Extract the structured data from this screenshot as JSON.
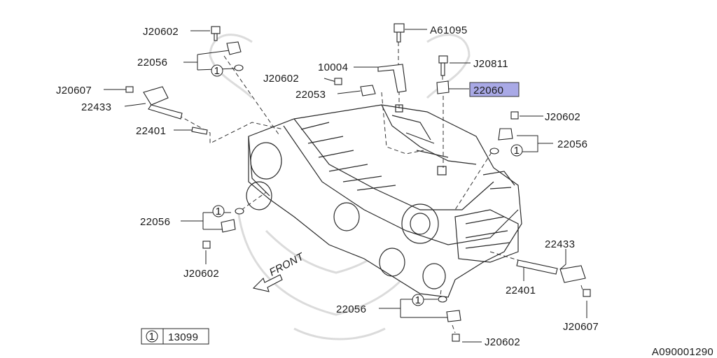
{
  "diagram_id": "A090001290",
  "legend": {
    "ref_number": "1",
    "part_number": "13099"
  },
  "front_label": "FRONT",
  "labels": {
    "j20602_top": "J20602",
    "l22056_top": "22056",
    "j20607_left": "J20607",
    "l22433_left": "22433",
    "l22401_left": "22401",
    "a61095": "A61095",
    "l10004": "10004",
    "j20602_mid": "J20602",
    "l22053": "22053",
    "j20811": "J20811",
    "l22060": "22060",
    "j20602_right": "J20602",
    "l22056_right": "22056",
    "l22056_left": "22056",
    "j20602_left_bottom": "J20602",
    "l22433_right": "22433",
    "l22401_right": "22401",
    "l22056_bottom": "22056",
    "j20607_right": "J20607",
    "j20602_bottom": "J20602"
  },
  "ref_marks": [
    "1",
    "1",
    "1",
    "1"
  ],
  "colors": {
    "highlight": "#a9a9e6",
    "highlight_border": "#333333",
    "ink": "#1a1a1a"
  }
}
